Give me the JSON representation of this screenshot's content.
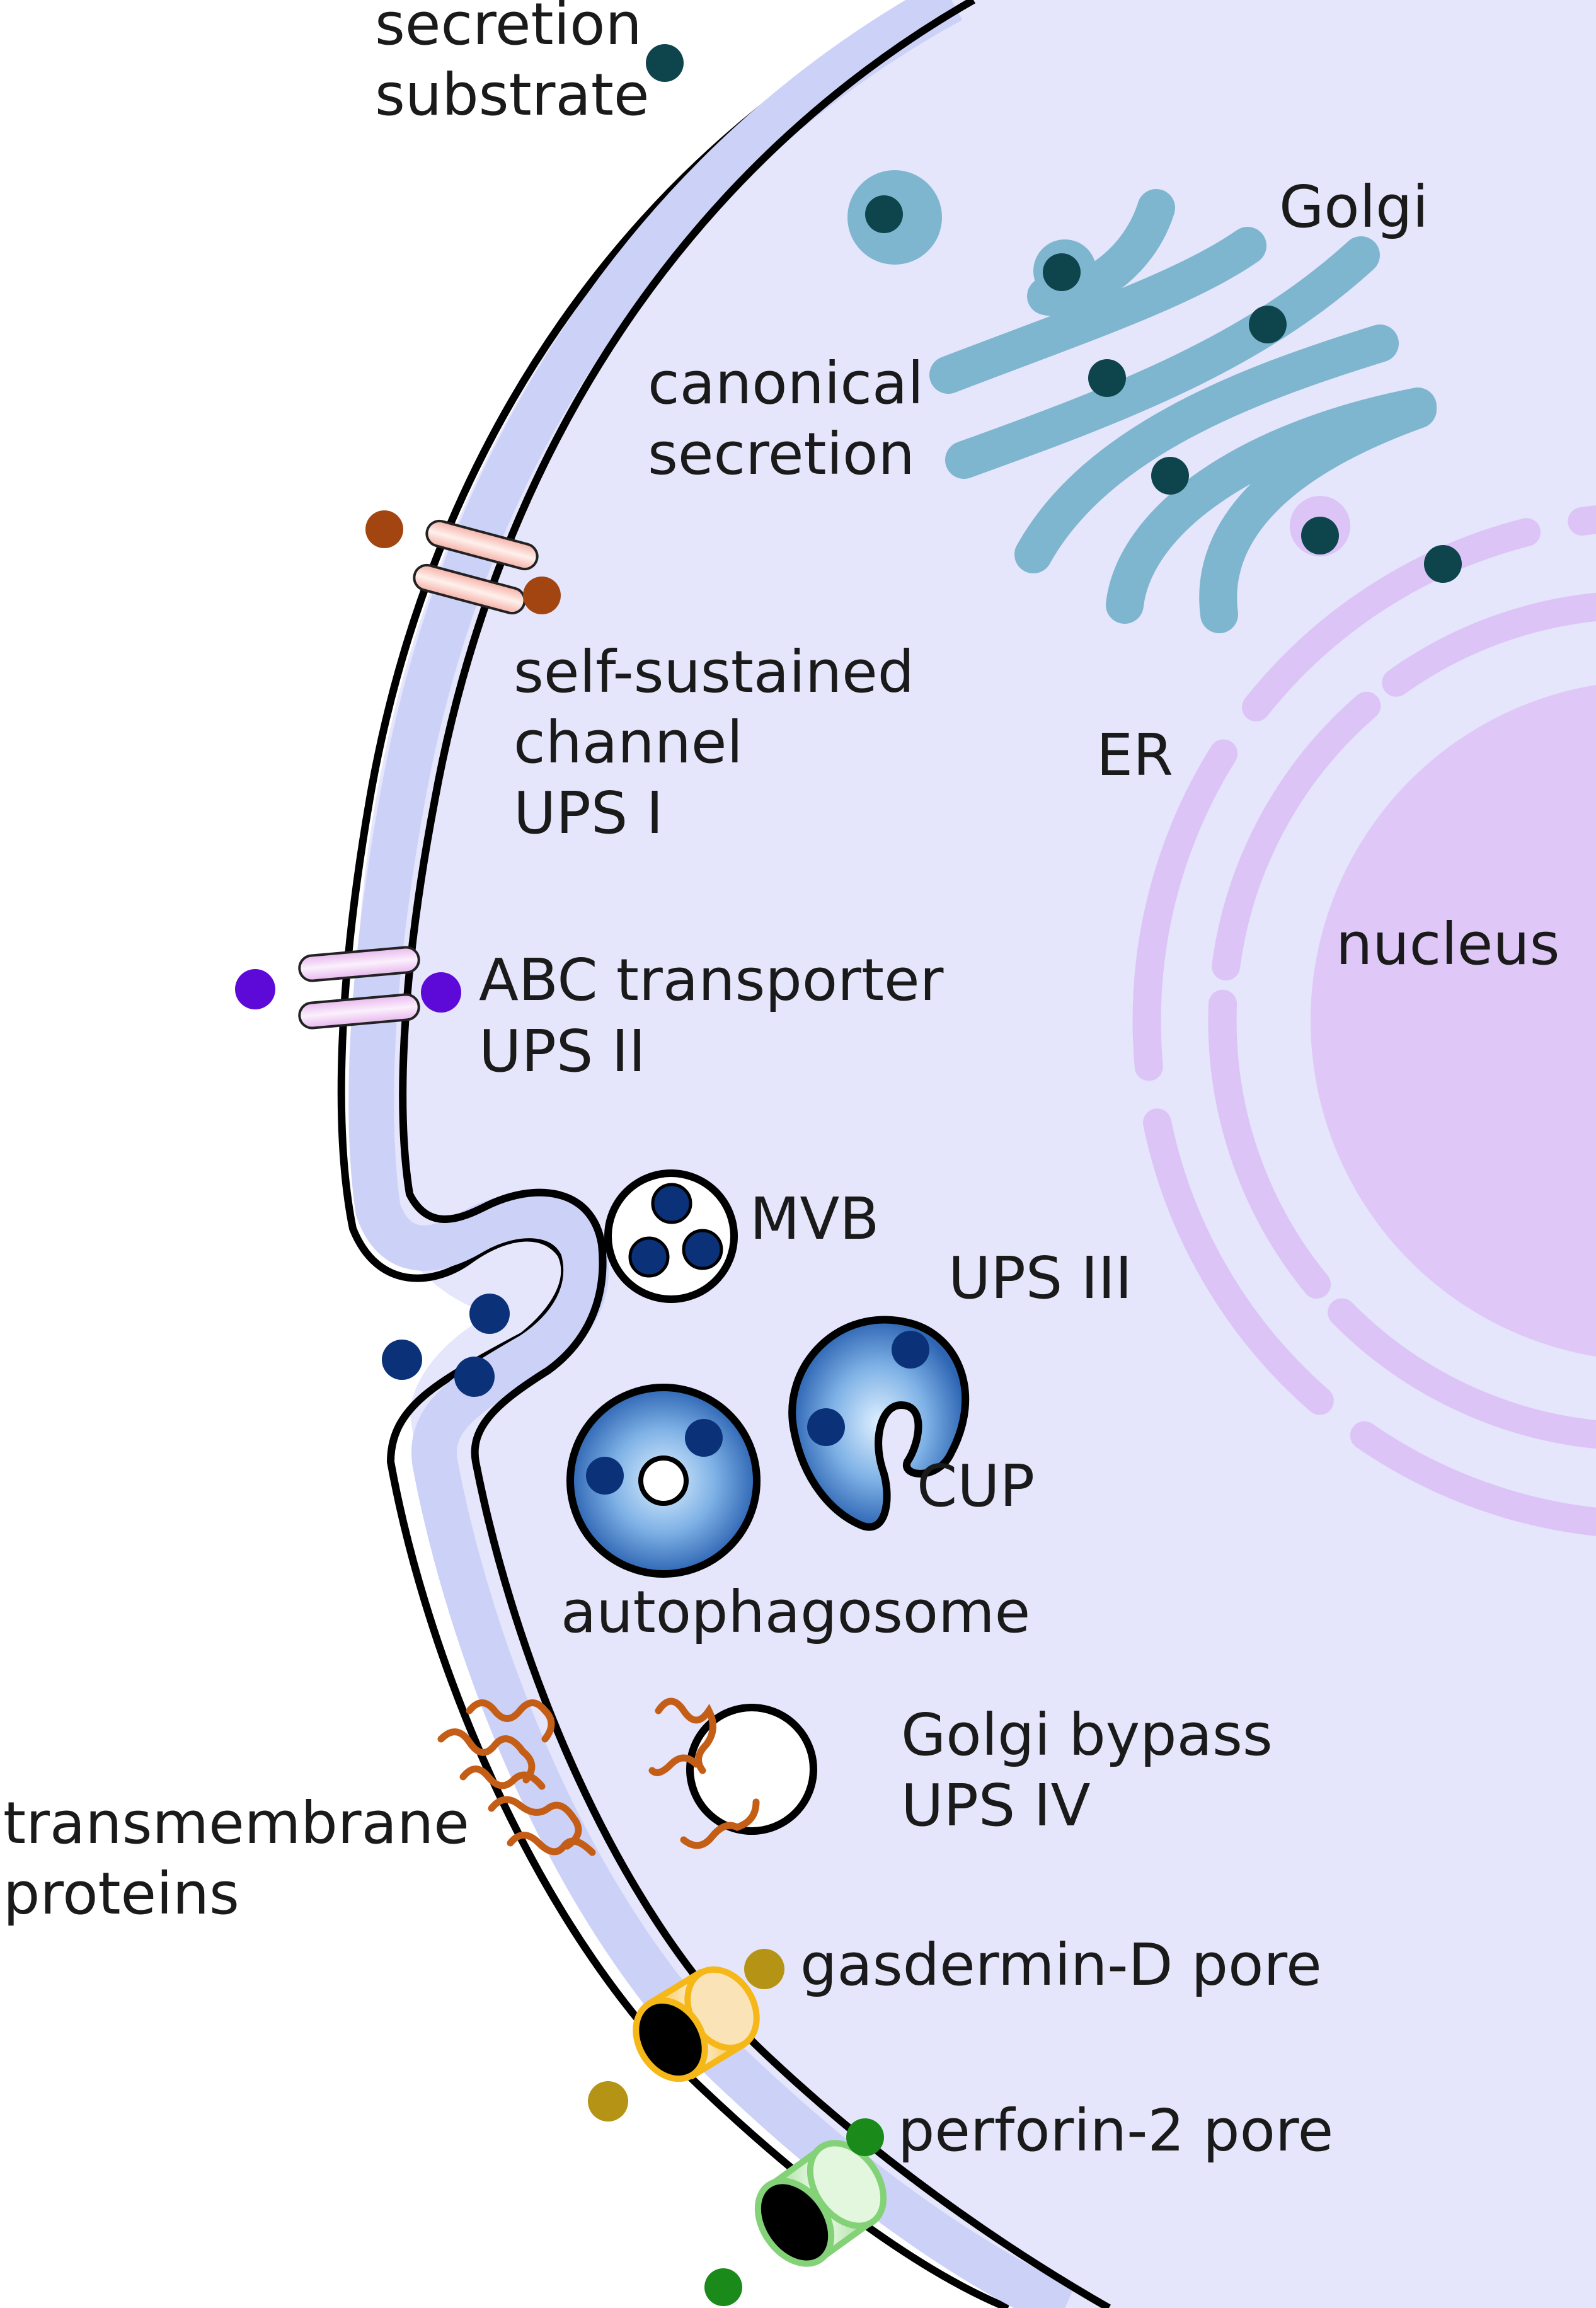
{
  "colors": {
    "cytoplasm": "#e5e5fb",
    "membrane": "#ccd1f8",
    "golgi": "#7eb6cf",
    "nucleus": "#dfc8f7",
    "er": "#dcc4f6",
    "substrate_dark": "#0e444c",
    "substrate_navy": "#0b3278",
    "ups1_substrate": "#a24511",
    "ups2_substrate": "#5d0ad9",
    "gasdermin": "#b59415",
    "perforin": "#1a8a1a",
    "tm_protein": "#c45e17"
  },
  "labels": {
    "secretion_substrate": [
      "secretion",
      "substrate"
    ],
    "golgi": "Golgi",
    "canonical_secretion": [
      "canonical",
      "secretion"
    ],
    "self_sustained": [
      "self-sustained",
      "channel",
      "UPS I"
    ],
    "er": "ER",
    "nucleus": "nucleus",
    "abc": [
      "ABC transporter",
      "UPS II"
    ],
    "mvb": "MVB",
    "ups3": "UPS III",
    "cup": "CUP",
    "autophagosome": "autophagosome",
    "golgi_bypass": [
      "Golgi bypass",
      "UPS IV"
    ],
    "transmembrane": [
      "transmembrane",
      "proteins"
    ],
    "gasdermin": "gasdermin-D pore",
    "perforin": "perforin-2 pore"
  }
}
